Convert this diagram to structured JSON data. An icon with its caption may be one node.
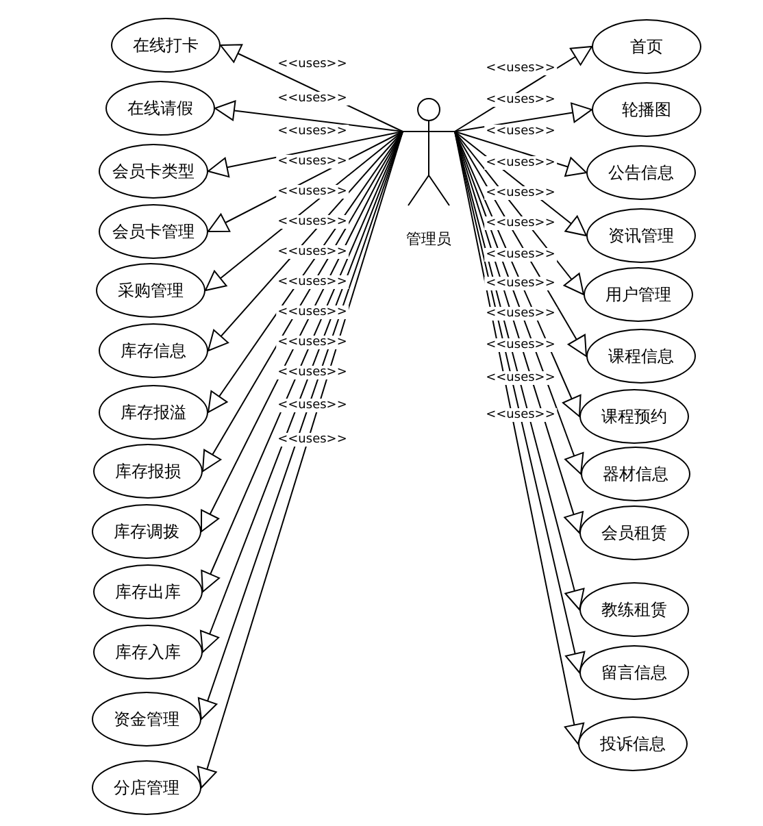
{
  "diagram": {
    "nodes": [
      {
        "text": [
          "管理员"
        ]
      },
      {
        "text": [
          "在线打卡"
        ]
      },
      {
        "text": [
          "在线请假"
        ]
      },
      {
        "text": [
          "会员卡类型"
        ]
      },
      {
        "text": [
          "会员卡管理"
        ]
      },
      {
        "text": [
          "采购管理"
        ]
      },
      {
        "text": [
          "库存信息"
        ]
      },
      {
        "text": [
          "库存报溢"
        ]
      },
      {
        "text": [
          "库存报损"
        ]
      },
      {
        "text": [
          "库存调拨"
        ]
      },
      {
        "text": [
          "库存出库"
        ]
      },
      {
        "text": [
          "库存入库"
        ]
      },
      {
        "text": [
          "资金管理"
        ]
      },
      {
        "text": [
          "分店管理"
        ]
      },
      {
        "text": [
          "首页"
        ]
      },
      {
        "text": [
          "轮播图"
        ]
      },
      {
        "text": [
          "公告信息"
        ]
      },
      {
        "text": [
          "资讯管理"
        ]
      },
      {
        "text": [
          "用户管理"
        ]
      },
      {
        "text": [
          "课程信息"
        ]
      },
      {
        "text": [
          "课程预约"
        ]
      },
      {
        "text": [
          "器材信息"
        ]
      },
      {
        "text": [
          "会员租赁"
        ]
      },
      {
        "text": [
          "教练租赁"
        ]
      },
      {
        "text": [
          "留言信息"
        ]
      },
      {
        "text": [
          "投诉信息"
        ]
      }
    ],
    "edges": [
      {
        "from": 0,
        "to": 1,
        "arrow": "to",
        "label": "<<uses>>"
      },
      {
        "from": 0,
        "to": 2,
        "arrow": "to",
        "label": "<<uses>>"
      },
      {
        "from": 0,
        "to": 3,
        "arrow": "to",
        "label": "<<uses>>"
      },
      {
        "from": 0,
        "to": 4,
        "arrow": "to",
        "label": "<<uses>>"
      },
      {
        "from": 0,
        "to": 5,
        "arrow": "to",
        "label": "<<uses>>"
      },
      {
        "from": 0,
        "to": 6,
        "arrow": "to",
        "label": "<<uses>>"
      },
      {
        "from": 0,
        "to": 7,
        "arrow": "to",
        "label": "<<uses>>"
      },
      {
        "from": 0,
        "to": 8,
        "arrow": "to",
        "label": "<<uses>>"
      },
      {
        "from": 0,
        "to": 9,
        "arrow": "to",
        "label": "<<uses>>"
      },
      {
        "from": 0,
        "to": 10,
        "arrow": "to",
        "label": "<<uses>>"
      },
      {
        "from": 0,
        "to": 11,
        "arrow": "to",
        "label": "<<uses>>"
      },
      {
        "from": 0,
        "to": 12,
        "arrow": "to",
        "label": "<<uses>>"
      },
      {
        "from": 0,
        "to": 13,
        "arrow": "to",
        "label": "<<uses>>"
      },
      {
        "from": 0,
        "to": 14,
        "arrow": "to",
        "label": "<<uses>>"
      },
      {
        "from": 0,
        "to": 15,
        "arrow": "to",
        "label": "<<uses>>"
      },
      {
        "from": 0,
        "to": 16,
        "arrow": "to",
        "label": "<<uses>>"
      },
      {
        "from": 0,
        "to": 17,
        "arrow": "to",
        "label": "<<uses>>"
      },
      {
        "from": 0,
        "to": 18,
        "arrow": "to",
        "label": "<<uses>>"
      },
      {
        "from": 0,
        "to": 19,
        "arrow": "to",
        "label": "<<uses>>"
      },
      {
        "from": 0,
        "to": 20,
        "arrow": "to",
        "label": "<<uses>>"
      },
      {
        "from": 0,
        "to": 21,
        "arrow": "to",
        "label": "<<uses>>"
      },
      {
        "from": 0,
        "to": 22,
        "arrow": "to",
        "label": "<<uses>>"
      },
      {
        "from": 0,
        "to": 23,
        "arrow": "to",
        "label": "<<uses>>"
      },
      {
        "from": 0,
        "to": 24,
        "arrow": "to",
        "label": "<<uses>>"
      },
      {
        "from": 0,
        "to": 25,
        "arrow": "to",
        "label": "<<uses>>"
      }
    ]
  }
}
